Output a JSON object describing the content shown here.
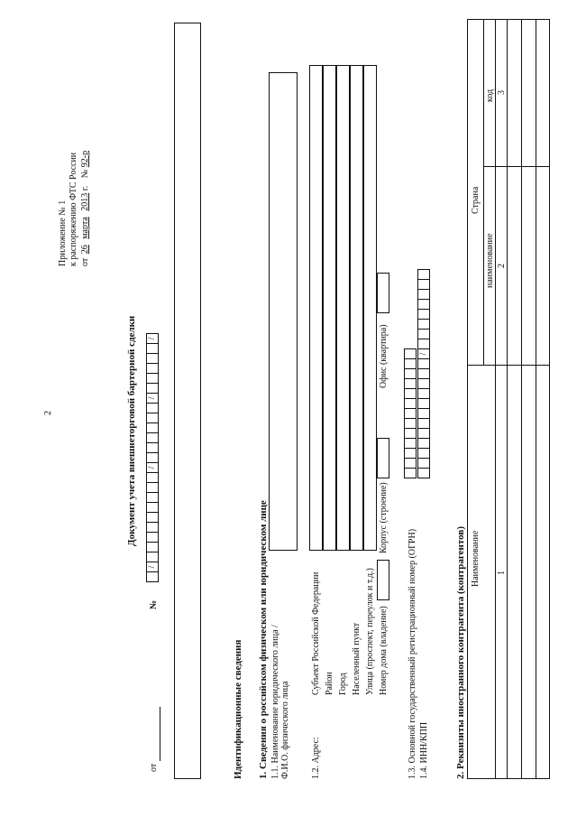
{
  "page_number": "2",
  "appendix": {
    "line1": "Приложение № 1",
    "line2": "к распоряжению ФТС России",
    "date_prefix": "от",
    "date_day": "26",
    "date_month": "марта",
    "date_year": "2013",
    "date_suffix": "г.",
    "number_prefix": "№",
    "number_value": "92-р"
  },
  "document_title": "Документ учета внешнеторговой бартерной сделки",
  "header_row": {
    "from_label": "от",
    "number_label": "№"
  },
  "number_boxes": [
    "",
    "/",
    "",
    "",
    "",
    "",
    "",
    "",
    "",
    "",
    "",
    "/",
    "",
    "",
    "",
    "",
    "",
    "",
    "/",
    "",
    "",
    "",
    "",
    "",
    "/"
  ],
  "identification_title": "Идентификационные сведения",
  "section1": {
    "title": "1. Сведения о российском физическом или юридическом лице",
    "item_1_1_a": "1.1. Наименование юридического лица /",
    "item_1_1_b": "Ф.И.О. физического лица",
    "item_1_2": "1.2. Адрес:",
    "address_fields": [
      "Субъект Российской Федерации",
      "Район",
      "Город",
      "Населенный пункт",
      "Улица (проспект, переулок и т.д.)"
    ],
    "house_label": "Номер дома (владение)",
    "building_label": "Корпус (строение)",
    "office_label": "Офис (квартира)",
    "item_1_3": "1.3. Основной государственный регистрационный номер (ОГРН)",
    "item_1_4": "1.4. ИНН/КПП",
    "inn_separator": "/"
  },
  "section2": {
    "title": "2. Реквизиты иностранного контрагента (контрагентов)",
    "col_name": "Наименование",
    "col_country": "Страна",
    "col_country_name": "наименование",
    "col_country_code": "код",
    "col_num_1": "1",
    "col_num_2": "2",
    "col_num_3": "3"
  }
}
